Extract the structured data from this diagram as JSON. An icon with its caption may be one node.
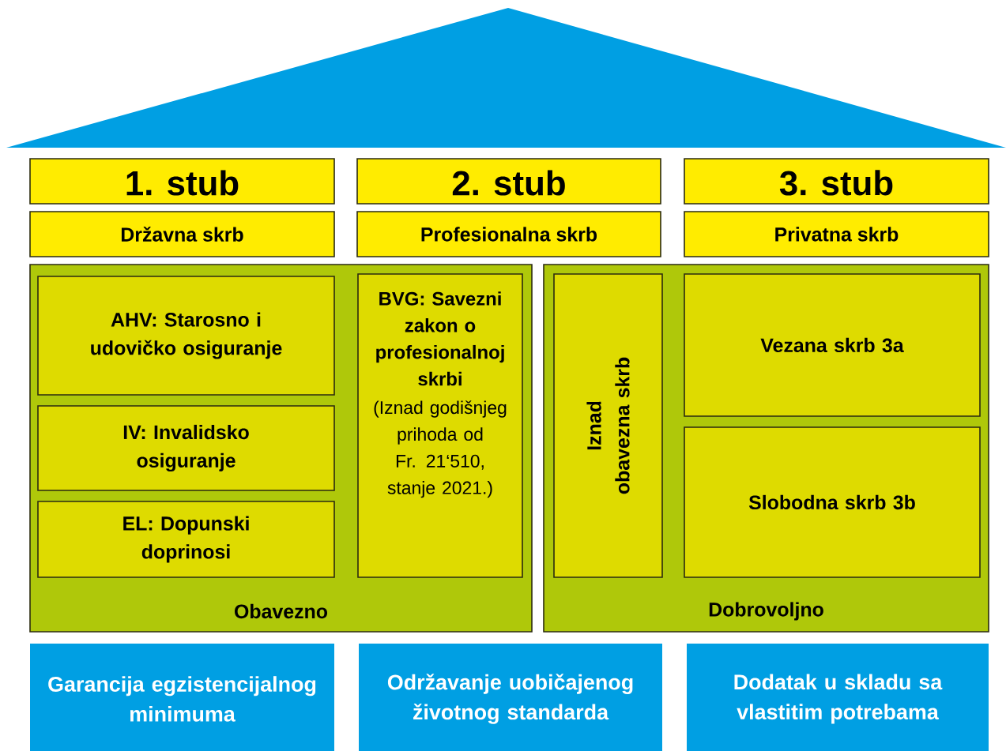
{
  "diagram": {
    "nodes": [
      {
        "text": [
          "1. stub"
        ]
      },
      {
        "text": [
          "2. stub"
        ]
      },
      {
        "text": [
          "3. stub"
        ]
      },
      {
        "text": [
          "Državna skrb"
        ]
      },
      {
        "text": [
          "Profesionalna skrb"
        ]
      },
      {
        "text": [
          "Privatna skrb"
        ]
      },
      {
        "text": [
          "Obavezno"
        ]
      },
      {
        "text": [
          "AHV: Starosno i udovičko osiguranje"
        ],
        "in": 6
      },
      {
        "text": [
          "IV: Invalidsko osiguranje"
        ],
        "in": 6
      },
      {
        "text": [
          "EL: Dopunski doprinosi"
        ],
        "in": 6
      },
      {
        "text": [
          "BVG: Savezni zakon o profesionalnoj skrbi",
          "(Iznad godišnjeg prihoda od Fr. 21‘510, stanje 2021.)"
        ],
        "in": 6
      },
      {
        "text": [
          "Dobrovoljno"
        ]
      },
      {
        "text": [
          "Iznad obavezna skrb"
        ],
        "in": 11
      },
      {
        "text": [
          "Vezana skrb 3a"
        ],
        "in": 11
      },
      {
        "text": [
          "Slobodna skrb 3b"
        ],
        "in": 11
      },
      {
        "text": [
          "Garancija egzistencijalnog minimuma"
        ]
      },
      {
        "text": [
          "Održavanje uobičajenog životnog standarda"
        ]
      },
      {
        "text": [
          "Dodatak u skladu sa vlastitim potrebama"
        ]
      }
    ]
  }
}
